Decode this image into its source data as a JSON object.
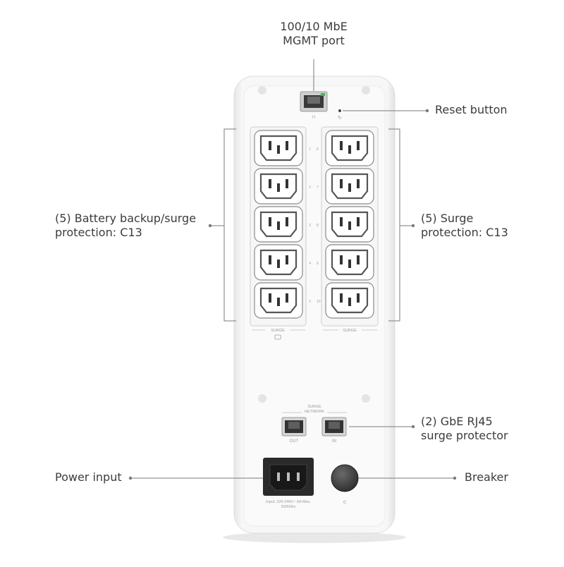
{
  "callouts": {
    "mgmt_port": [
      "100/10 MbE",
      "MGMT port"
    ],
    "reset": [
      "Reset button"
    ],
    "battery_outlets": [
      "(5) Battery backup/surge",
      "protection: C13"
    ],
    "surge_outlets": [
      "(5) Surge",
      "protection: C13"
    ],
    "rj45": [
      "(2) GbE RJ45",
      "surge protector"
    ],
    "power_input": [
      "Power input"
    ],
    "breaker": [
      "Breaker"
    ]
  },
  "panel_text": {
    "left_group": "SURGE",
    "right_group": "SURGE",
    "outlet_numbers_left": [
      "1",
      "2",
      "3",
      "4",
      "5"
    ],
    "outlet_numbers_right": [
      "6",
      "7",
      "8",
      "9",
      "10"
    ],
    "network_title": [
      "SURGE",
      "NETWORK"
    ],
    "out_label": "OUT",
    "in_label": "IN",
    "input_spec": [
      "Input: 220-240V~ 6A Max.",
      "50/60Hz"
    ]
  },
  "colors": {
    "device_body": "#f4f4f4",
    "outlet_face": "#ffffff",
    "outlet_stroke": "#8a8a8a",
    "port_dark": "#2b2b2b",
    "led_green": "#3dbb4c",
    "leader_line": "#7a7a7a"
  },
  "icons": {
    "battery_symbol": "battery-icon",
    "breaker_symbol": "breaker-icon",
    "reset_symbol": "reset-icon"
  }
}
